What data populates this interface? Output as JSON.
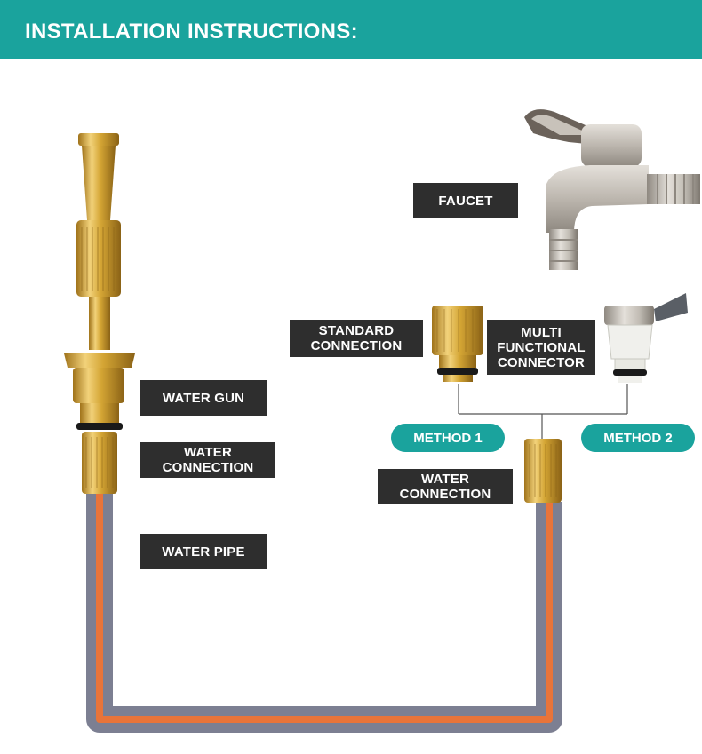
{
  "header": {
    "title": "INSTALLATION INSTRUCTIONS:"
  },
  "labels": {
    "faucet": "FAUCET",
    "standard_connection": "STANDARD\nCONNECTION",
    "multi_functional_connector": "MULTI\nFUNCTIONAL\nCONNECTOR",
    "water_gun": "WATER GUN",
    "water_connection_left": "WATER\nCONNECTION",
    "water_pipe": "WATER PIPE",
    "water_connection_right": "WATER\nCONNECTION"
  },
  "methods": {
    "method_1": "METHOD 1",
    "method_2": "METHOD 2"
  },
  "colors": {
    "accent": "#1aa39d",
    "label_bg": "#2e2e2e",
    "brass": "#d4a534",
    "pipe_outer": "#7c7f92",
    "pipe_inner": "#e8743a",
    "chrome": "#b8b4ae"
  }
}
